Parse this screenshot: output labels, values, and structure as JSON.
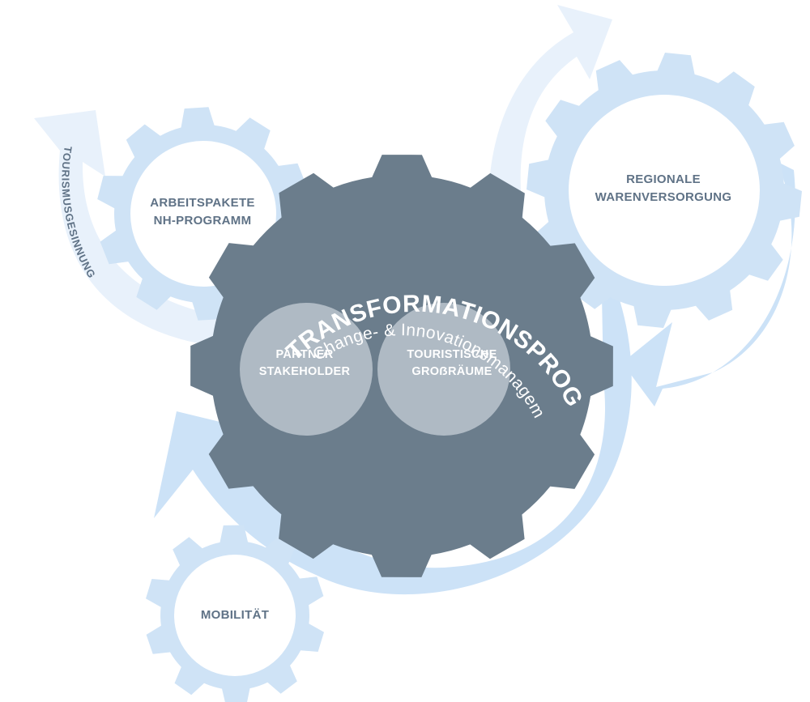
{
  "diagram": {
    "colors": {
      "gear_light": "#cfe3f6",
      "gear_dark": "#6b7d8c",
      "arrow_light": "#e8f1fb",
      "arrow_mid": "#cce2f7",
      "venn_circle": "#c9d1d9",
      "label_text": "#5f7286",
      "white": "#ffffff"
    },
    "center_gear": {
      "title": "TRANSFORMATIONSPROGRAMM",
      "subtitle": "Change- & Innovationsmanagement",
      "venn_left": {
        "line1": "PARTNER",
        "line2": "STAKEHOLDER"
      },
      "venn_right": {
        "line1": "TOURISTISCHE",
        "line2": "GROẞRÄUME"
      }
    },
    "gear_arbeitspakete": {
      "line1": "ARBEITSPAKETE",
      "line2": "NH-PROGRAMM"
    },
    "gear_regionale": {
      "line1": "REGIONALE",
      "line2": "WARENVERSORGUNG"
    },
    "gear_mobilitaet": {
      "line1": "MOBILITÄT"
    },
    "arrow_label": "TOURISMUSGESINNUNG"
  }
}
